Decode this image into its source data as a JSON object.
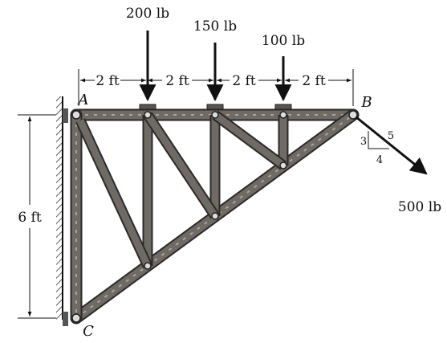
{
  "points": {
    "A": "A",
    "B": "B",
    "C": "C"
  },
  "loads": [
    {
      "label": "200 lb"
    },
    {
      "label": "150 lb"
    },
    {
      "label": "100 lb"
    }
  ],
  "angled_load": {
    "label": "500 lb",
    "slope": {
      "rise": "3",
      "run": "4",
      "hyp": "5"
    }
  },
  "dims": {
    "top": [
      "2 ft",
      "2 ft",
      "2 ft",
      "2 ft"
    ],
    "height": "6 ft"
  },
  "colors": {
    "member": "#6f6a63",
    "member_edge": "#2b2b2b",
    "ink": "#111111"
  }
}
